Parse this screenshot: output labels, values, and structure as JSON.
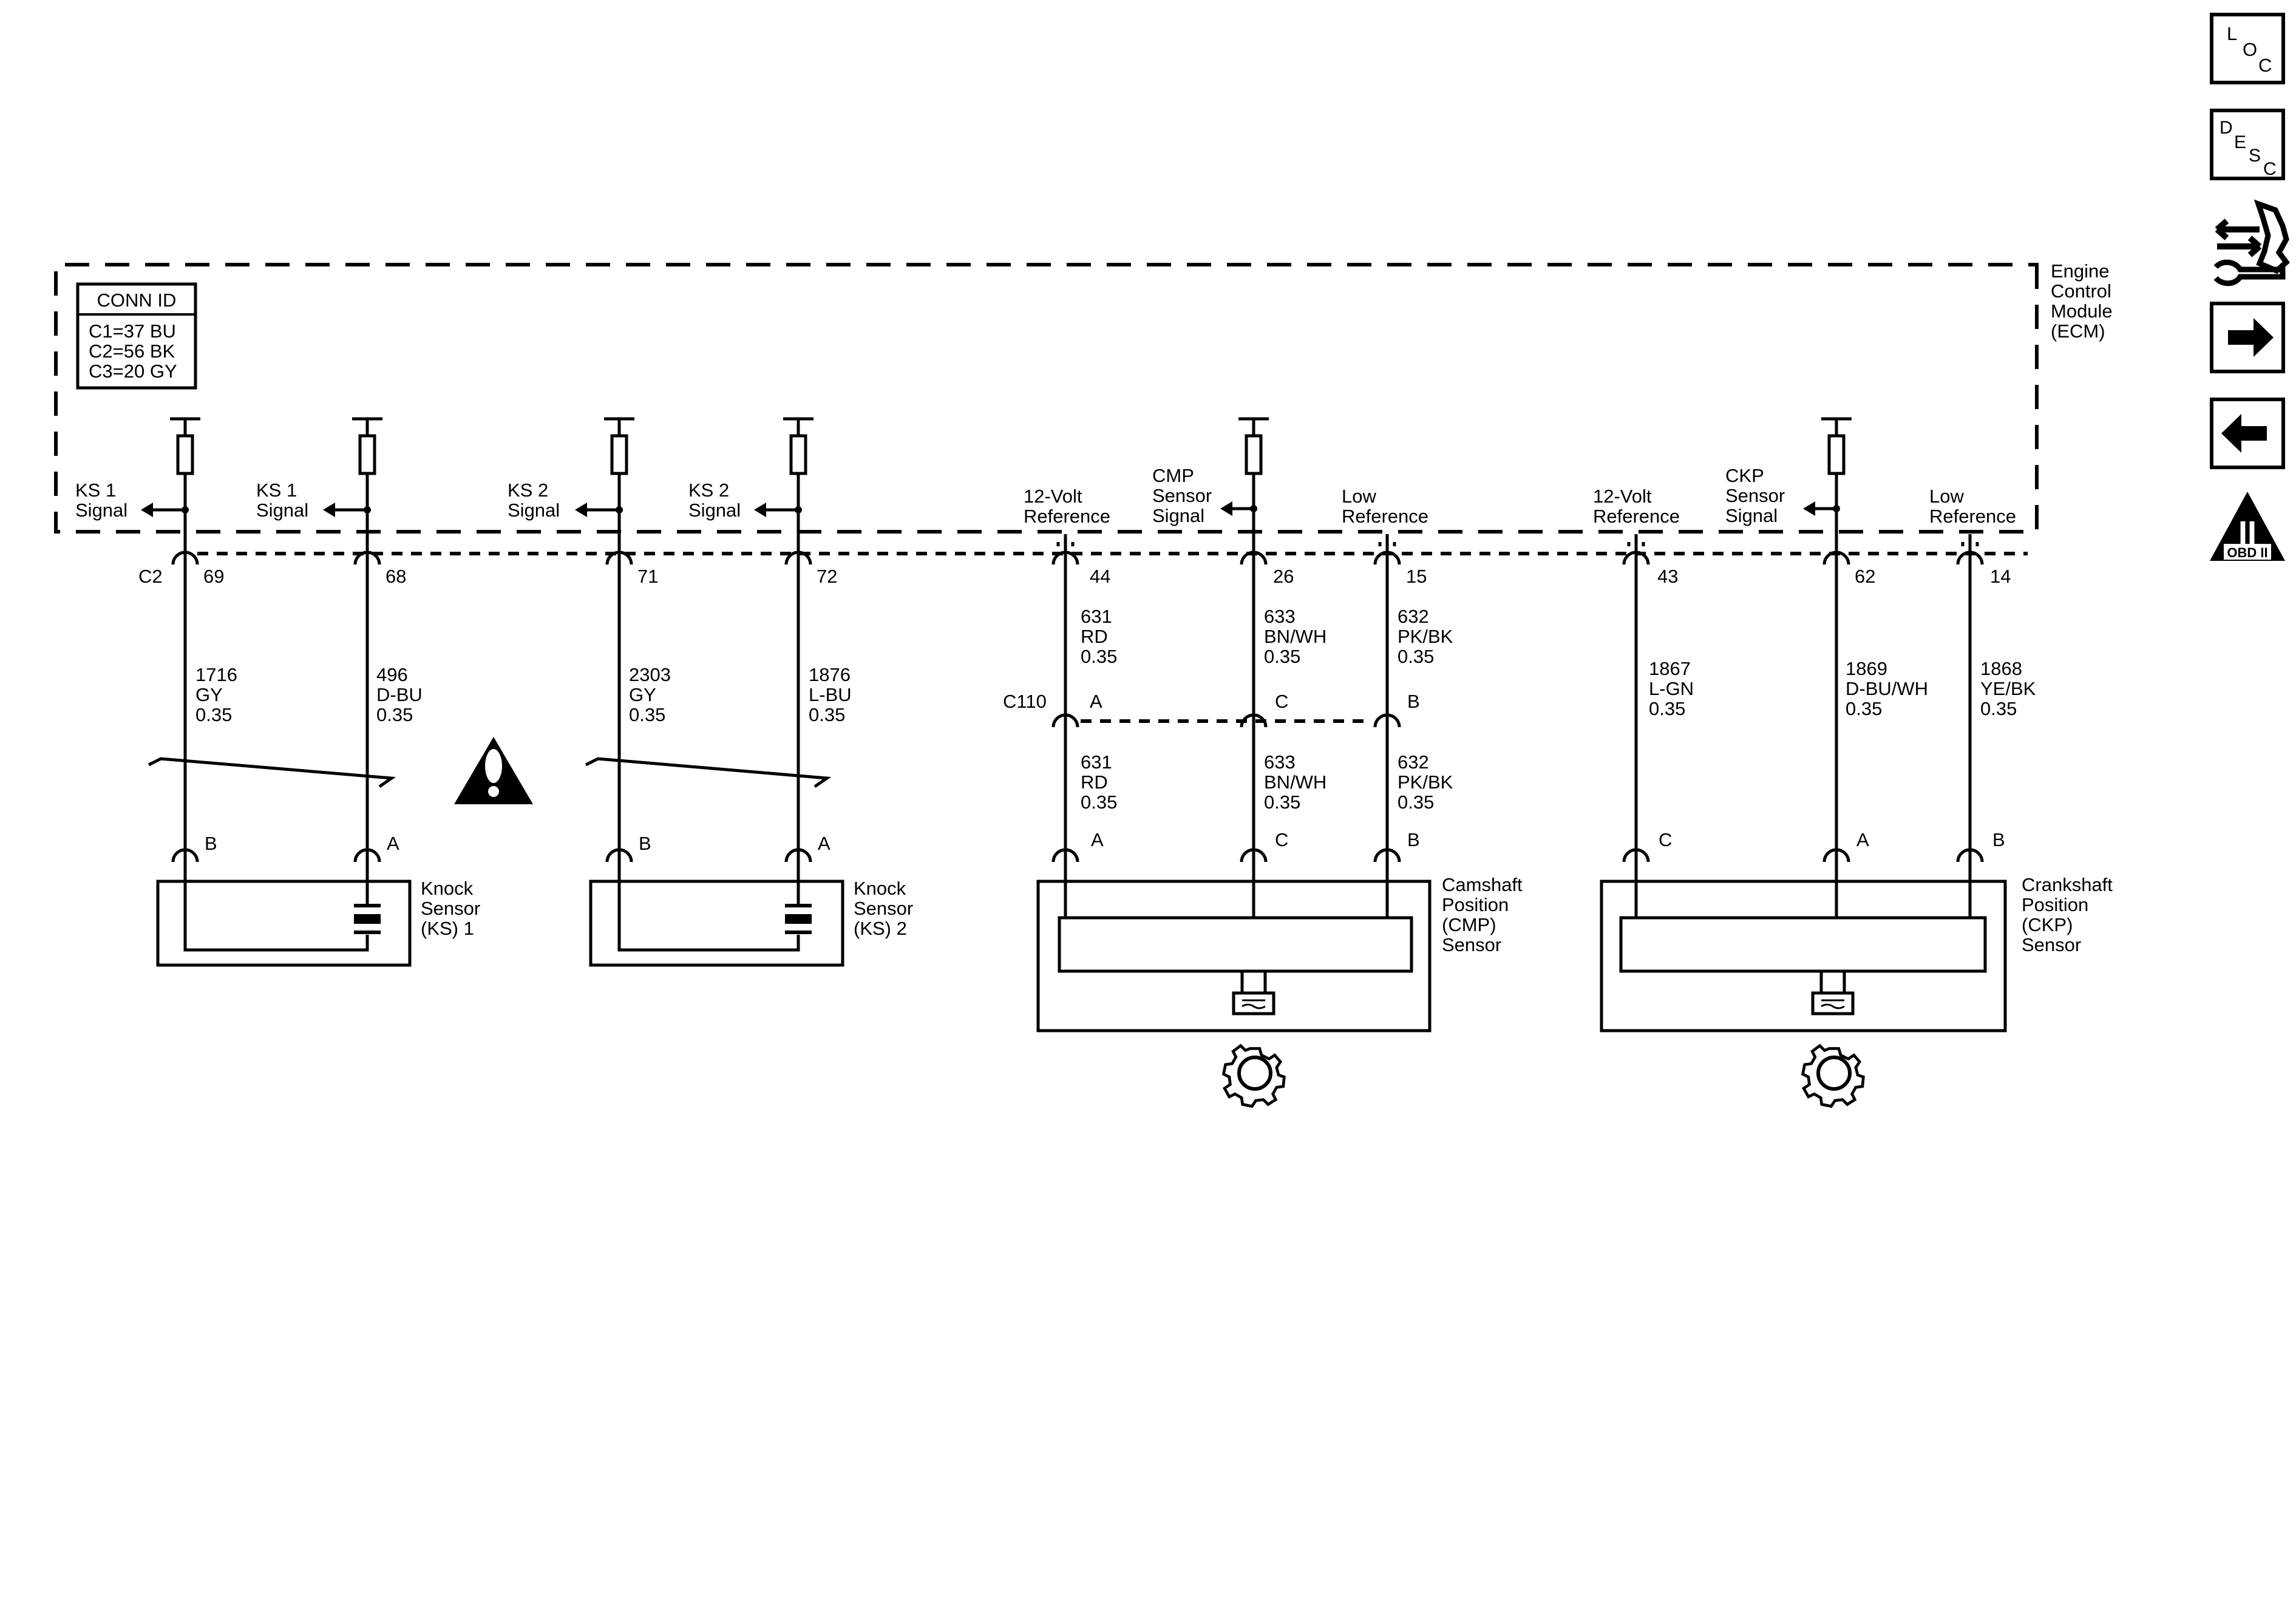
{
  "ecm": {
    "label": [
      "Engine",
      "Control",
      "Module",
      "(ECM)"
    ]
  },
  "conn_id": {
    "title": "CONN ID",
    "lines": [
      "C1=37 BU",
      "C2=56 BK",
      "C3=20 GY"
    ]
  },
  "connectors": {
    "c2": "C2",
    "c110": "C110"
  },
  "circuits": [
    {
      "id": "ks1-sig-a",
      "label": [
        "KS 1",
        "Signal"
      ],
      "pin": "69",
      "wire": [
        "1716",
        "GY",
        "0.35"
      ],
      "sensor_pin": "B"
    },
    {
      "id": "ks1-sig-b",
      "label": [
        "KS 1",
        "Signal"
      ],
      "pin": "68",
      "wire": [
        "496",
        "D-BU",
        "0.35"
      ],
      "sensor_pin": "A"
    },
    {
      "id": "ks2-sig-a",
      "label": [
        "KS 2",
        "Signal"
      ],
      "pin": "71",
      "wire": [
        "2303",
        "GY",
        "0.35"
      ],
      "sensor_pin": "B"
    },
    {
      "id": "ks2-sig-b",
      "label": [
        "KS 2",
        "Signal"
      ],
      "pin": "72",
      "wire": [
        "1876",
        "L-BU",
        "0.35"
      ],
      "sensor_pin": "A"
    },
    {
      "id": "cmp-ref",
      "label": [
        "12-Volt",
        "Reference"
      ],
      "pin": "44",
      "wire": [
        "631",
        "RD",
        "0.35"
      ],
      "c110_pin": "A",
      "wire2": [
        "631",
        "RD",
        "0.35"
      ],
      "sensor_pin": "A"
    },
    {
      "id": "cmp-sig",
      "label": [
        "CMP",
        "Sensor",
        "Signal"
      ],
      "pin": "26",
      "wire": [
        "633",
        "BN/WH",
        "0.35"
      ],
      "c110_pin": "C",
      "wire2": [
        "633",
        "BN/WH",
        "0.35"
      ],
      "sensor_pin": "C"
    },
    {
      "id": "cmp-low",
      "label": [
        "Low",
        "Reference"
      ],
      "pin": "15",
      "wire": [
        "632",
        "PK/BK",
        "0.35"
      ],
      "c110_pin": "B",
      "wire2": [
        "632",
        "PK/BK",
        "0.35"
      ],
      "sensor_pin": "B"
    },
    {
      "id": "ckp-ref",
      "label": [
        "12-Volt",
        "Reference"
      ],
      "pin": "43",
      "wire": [
        "1867",
        "L-GN",
        "0.35"
      ],
      "sensor_pin": "C"
    },
    {
      "id": "ckp-sig",
      "label": [
        "CKP",
        "Sensor",
        "Signal"
      ],
      "pin": "62",
      "wire": [
        "1869",
        "D-BU/WH",
        "0.35"
      ],
      "sensor_pin": "A"
    },
    {
      "id": "ckp-low",
      "label": [
        "Low",
        "Reference"
      ],
      "pin": "14",
      "wire": [
        "1868",
        "YE/BK",
        "0.35"
      ],
      "sensor_pin": "B"
    }
  ],
  "sensors": [
    {
      "id": "ks1",
      "label": [
        "Knock",
        "Sensor",
        "(KS) 1"
      ]
    },
    {
      "id": "ks2",
      "label": [
        "Knock",
        "Sensor",
        "(KS) 2"
      ]
    },
    {
      "id": "cmp",
      "label": [
        "Camshaft",
        "Position",
        "(CMP)",
        "Sensor"
      ]
    },
    {
      "id": "ckp",
      "label": [
        "Crankshaft",
        "Position",
        "(CKP)",
        "Sensor"
      ]
    }
  ],
  "nav": {
    "loc": [
      "L",
      "O",
      "C"
    ],
    "desc": [
      "D",
      "E",
      "S",
      "C"
    ],
    "obd": "OBD II",
    "obd_mark": "II"
  },
  "icons": [
    "warning-icon",
    "gear-icon",
    "loc-icon",
    "desc-icon",
    "connector-tool-icon",
    "next-arrow-icon",
    "prev-arrow-icon",
    "obd-ii-icon"
  ]
}
